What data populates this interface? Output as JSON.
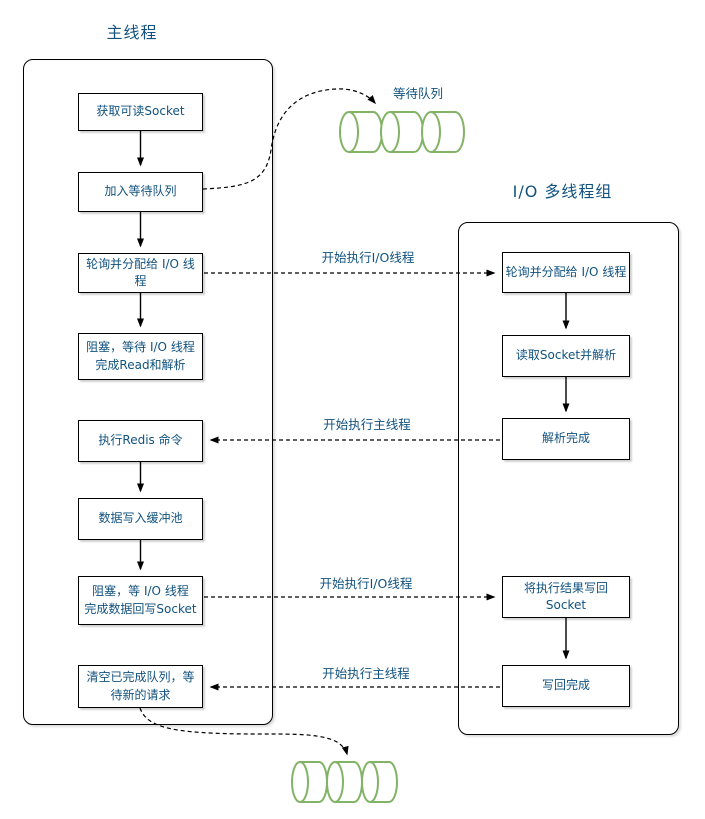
{
  "colors": {
    "text_blue": "#11527f",
    "queue_green": "#82b366",
    "line_black": "#000000",
    "background": "#ffffff"
  },
  "main_thread": {
    "title": "主线程",
    "steps": [
      "获取可读Socket",
      "加入等待队列",
      "轮询并分配给 I/O 线程",
      "阻塞，等待 I/O 线程\n完成Read和解析",
      "执行Redis 命令",
      "数据写入缓冲池",
      "阻塞，等 I/O 线程\n完成数据回写Socket",
      "清空已完成队列，等\n待新的请求"
    ]
  },
  "io_thread_group": {
    "title": "I/O 多线程组",
    "steps": [
      "轮询并分配给 I/O 线程",
      "读取Socket并解析",
      "解析完成",
      "将执行结果写回\nSocket",
      "写回完成"
    ]
  },
  "queues": {
    "top_label": "等待队列"
  },
  "cross_arrows": [
    {
      "label": "开始执行I/O线程",
      "direction": "left-to-right"
    },
    {
      "label": "开始执行主线程",
      "direction": "right-to-left"
    },
    {
      "label": "开始执行I/O线程",
      "direction": "left-to-right"
    },
    {
      "label": "开始执行主线程",
      "direction": "right-to-left"
    }
  ]
}
